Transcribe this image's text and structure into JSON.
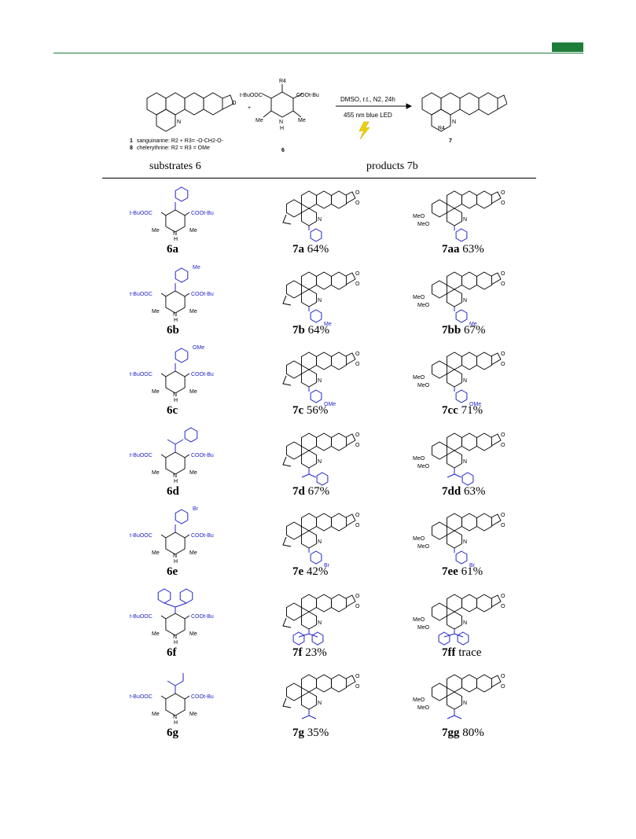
{
  "scheme": {
    "reactant_notes": [
      {
        "num": "1",
        "text": "sanguinarine: R2 + R3= -O-CH2-O-"
      },
      {
        "num": "8",
        "text": "chelerythrine: R2 = R3 = OMe"
      }
    ],
    "plus": "+",
    "reagent_label": "6",
    "product_label": "7",
    "conditions_top": "DMSO, r.t., N2, 24h",
    "conditions_bottom": "455 nm blue LED",
    "reagent_left": "t-BuOOC",
    "reagent_right": "COOt-Bu",
    "r4": "R4",
    "me": "Me",
    "nh": "N\nH"
  },
  "headers": {
    "substrates": "substrates 6",
    "products": "products 7b"
  },
  "rows": [
    {
      "substrate": "6a",
      "p1_id": "7a",
      "p1_yield": "64%",
      "p2_id": "7aa",
      "p2_yield": "63%"
    },
    {
      "substrate": "6b",
      "p1_id": "7b",
      "p1_yield": "64%",
      "p2_id": "7bb",
      "p2_yield": "67%"
    },
    {
      "substrate": "6c",
      "p1_id": "7c",
      "p1_yield": "56%",
      "p2_id": "7cc",
      "p2_yield": "71%"
    },
    {
      "substrate": "6d",
      "p1_id": "7d",
      "p1_yield": "67%",
      "p2_id": "7dd",
      "p2_yield": "63%"
    },
    {
      "substrate": "6e",
      "p1_id": "7e",
      "p1_yield": "42%",
      "p2_id": "7ee",
      "p2_yield": "61%"
    },
    {
      "substrate": "6f",
      "p1_id": "7f",
      "p1_yield": "23%",
      "p2_id": "7ff",
      "p2_yield": "trace"
    },
    {
      "substrate": "6g",
      "p1_id": "7g",
      "p1_yield": "35%",
      "p2_id": "7gg",
      "p2_yield": "80%"
    }
  ],
  "substituents": {
    "b": "Me",
    "c": "OMe",
    "e": "Br"
  },
  "atoms": {
    "N": "N",
    "O": "O",
    "MeO": "MeO",
    "Me": "Me",
    "H": "H",
    "tbuooc": "t-BuOOC",
    "cootbu": "COOt-Bu"
  },
  "colors": {
    "accent": "#1e7d3a",
    "substituent": "#2323c8"
  }
}
